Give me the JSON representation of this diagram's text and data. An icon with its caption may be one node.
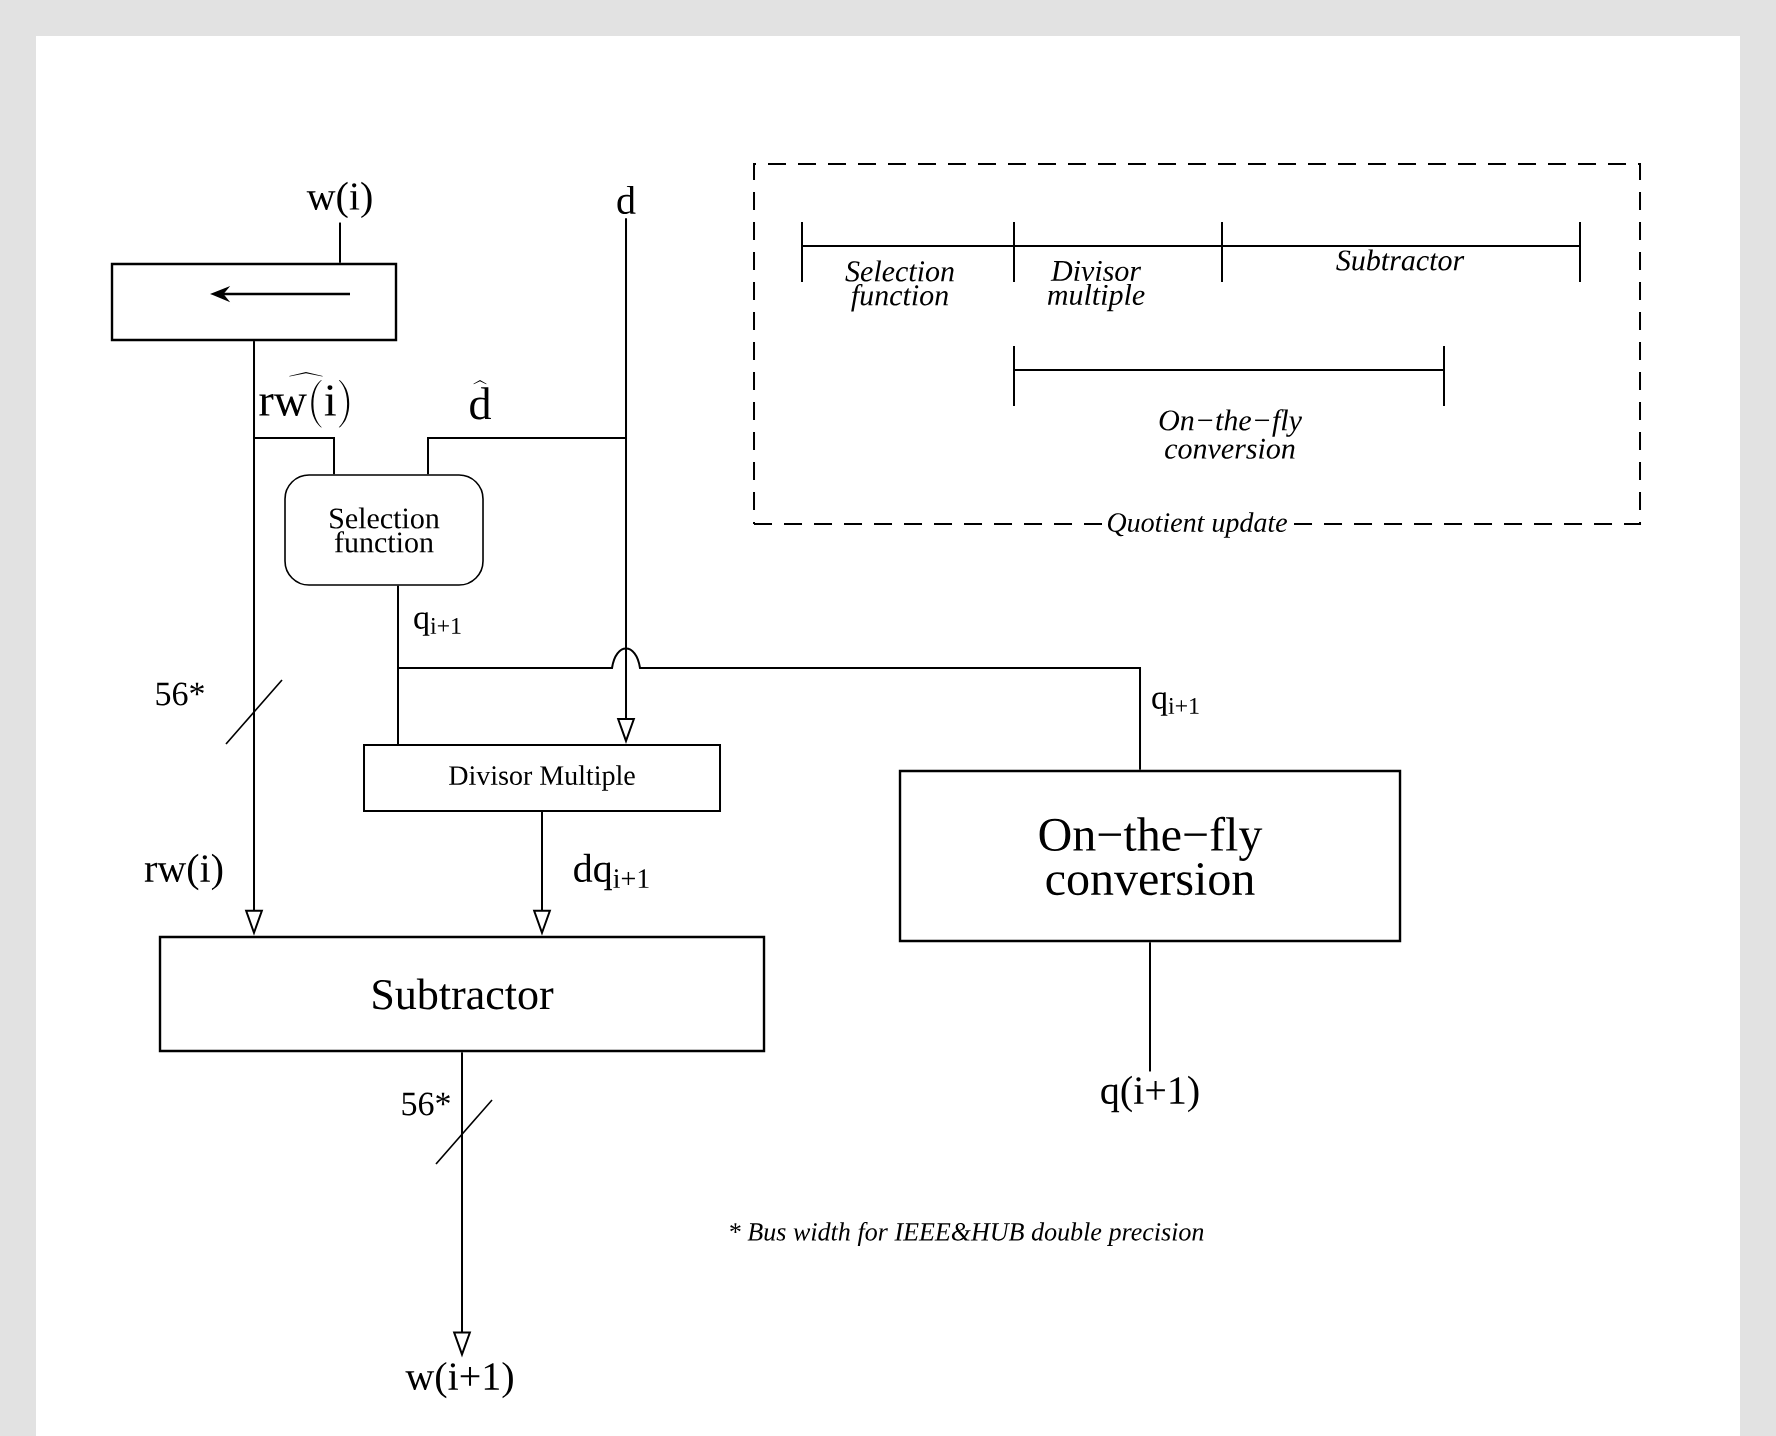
{
  "diagram": {
    "nodes": [
      {
        "text": [
          "w(i)"
        ]
      },
      {
        "text": [],
        "shape": "box"
      },
      {
        "text": [
          "d"
        ]
      },
      {
        "text": [
          "Selection function"
        ]
      },
      {
        "text": [
          "Divisor Multiple"
        ]
      },
      {
        "text": [
          "On−the−fly conversion"
        ]
      },
      {
        "text": [
          "Subtractor"
        ]
      },
      {
        "text": [
          "w(i+1)"
        ]
      },
      {
        "text": [
          "q(i+1)"
        ]
      },
      {
        "text": [
          "Quotient update"
        ]
      }
    ],
    "edges": [
      {
        "from": 0,
        "to": 1,
        "arrow": "none"
      },
      {
        "from": 1,
        "to": 6,
        "arrow": "to",
        "label": "rw(i)"
      },
      {
        "from": 1,
        "to": 3,
        "arrow": "none",
        "label": "\\widehat{\\mathrm{rw(i)}}"
      },
      {
        "from": 2,
        "to": 3,
        "arrow": "none",
        "label": "\\widehat{\\mathrm{d}}"
      },
      {
        "from": 2,
        "to": 4,
        "arrow": "to"
      },
      {
        "from": 3,
        "to": 4,
        "arrow": "none",
        "label": "q$_{i+1}$"
      },
      {
        "from": 3,
        "to": 5,
        "arrow": "none",
        "label": "q$_{i+1}$"
      },
      {
        "from": 4,
        "to": 6,
        "arrow": "to",
        "label": "dq$_{i+1}$"
      },
      {
        "from": 6,
        "to": 7,
        "arrow": "to"
      },
      {
        "from": 5,
        "to": 8,
        "arrow": "none"
      }
    ],
    "labels": [
      "Selection function",
      "Divisor multiple",
      "Subtractor",
      "On−the−fly conversion",
      "56*",
      "56*",
      "* Bus width for IEEE&HUB double precision"
    ]
  }
}
